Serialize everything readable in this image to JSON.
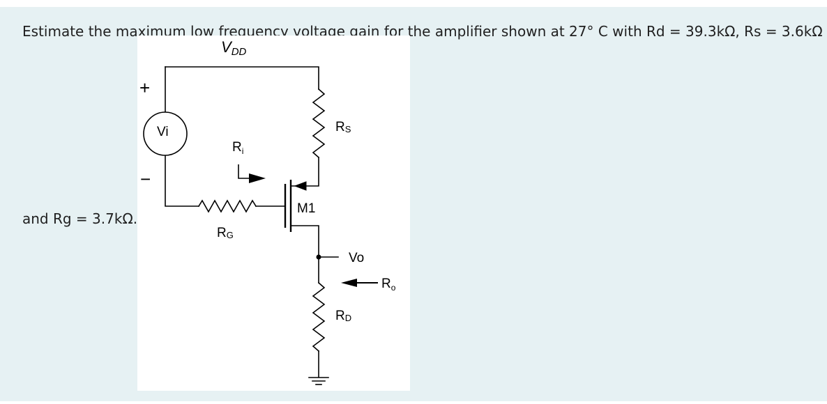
{
  "question": {
    "line1": "Estimate the maximum low frequency voltage gain for the amplifier shown at 27° C with Rd = 39.3kΩ, Rs = 3.6kΩ",
    "line2": "and Rg = 3.7kΩ."
  },
  "circuit": {
    "supply_label": "V",
    "supply_subscript": "DD",
    "source_label": "Vi",
    "plus_sign": "+",
    "minus_sign": "−",
    "input_resistance_label": "R",
    "input_resistance_subscript": "i",
    "gate_resistor_label": "R",
    "gate_resistor_subscript": "G",
    "source_resistor_label": "R",
    "source_resistor_subscript": "S",
    "drain_resistor_label": "R",
    "drain_resistor_subscript": "D",
    "transistor_label": "M1",
    "output_label": "Vo",
    "output_resistance_label": "R",
    "output_resistance_subscript": "o"
  }
}
